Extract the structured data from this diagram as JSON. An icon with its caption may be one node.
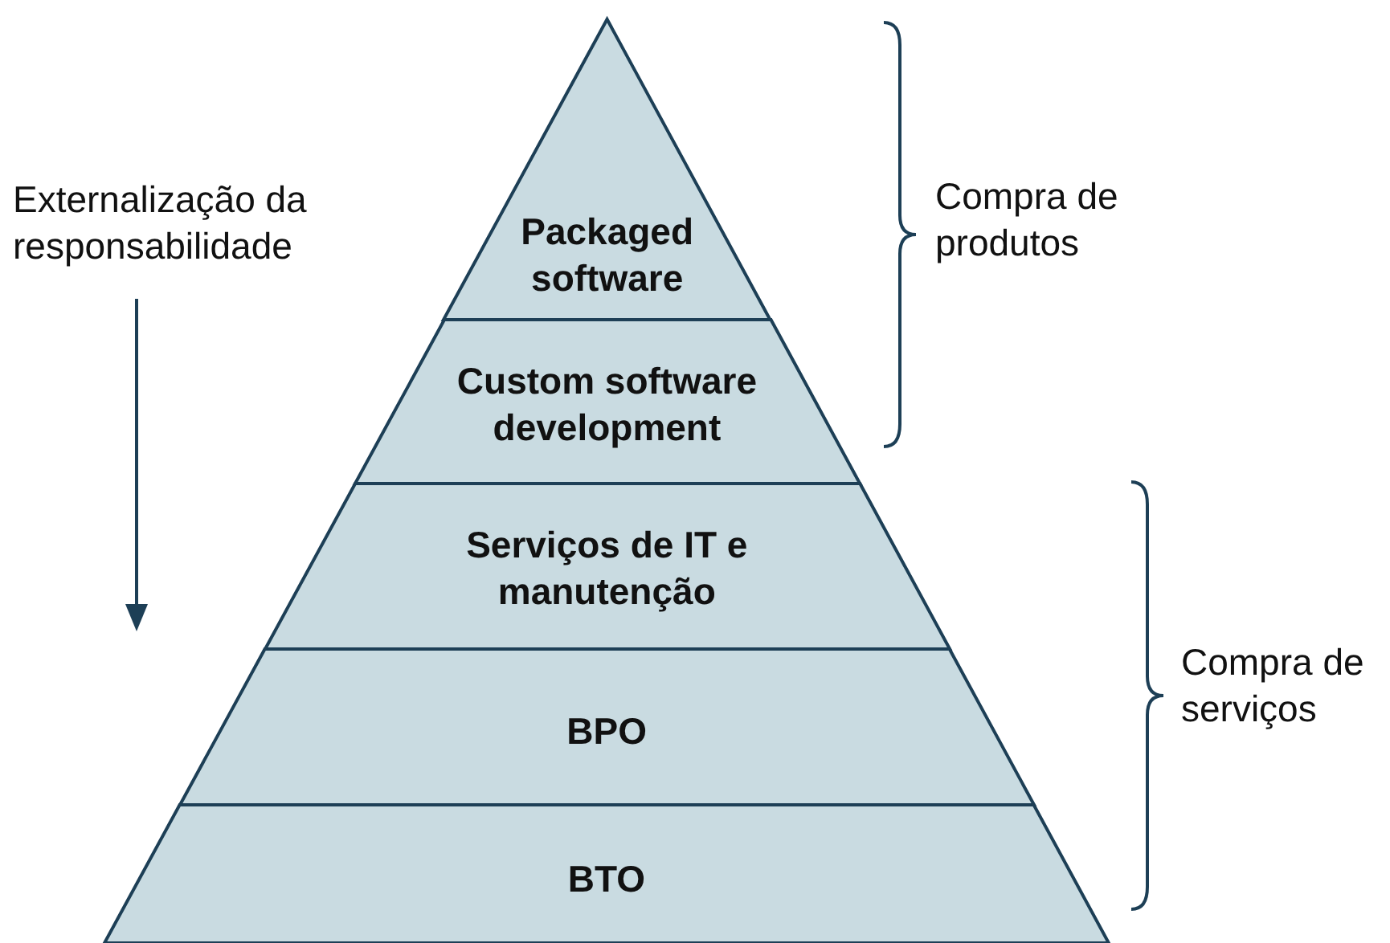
{
  "diagram": {
    "nodes": [
      {
        "text": [
          "Packaged software"
        ]
      },
      {
        "text": [
          "Custom software development"
        ]
      },
      {
        "text": [
          "Serviços de IT e manutenção"
        ]
      },
      {
        "text": [
          "BPO"
        ]
      },
      {
        "text": [
          "BTO"
        ]
      }
    ],
    "labels": [
      "Externalização da responsabilidade",
      "Compra de produtos",
      "Compra de serviços"
    ]
  }
}
